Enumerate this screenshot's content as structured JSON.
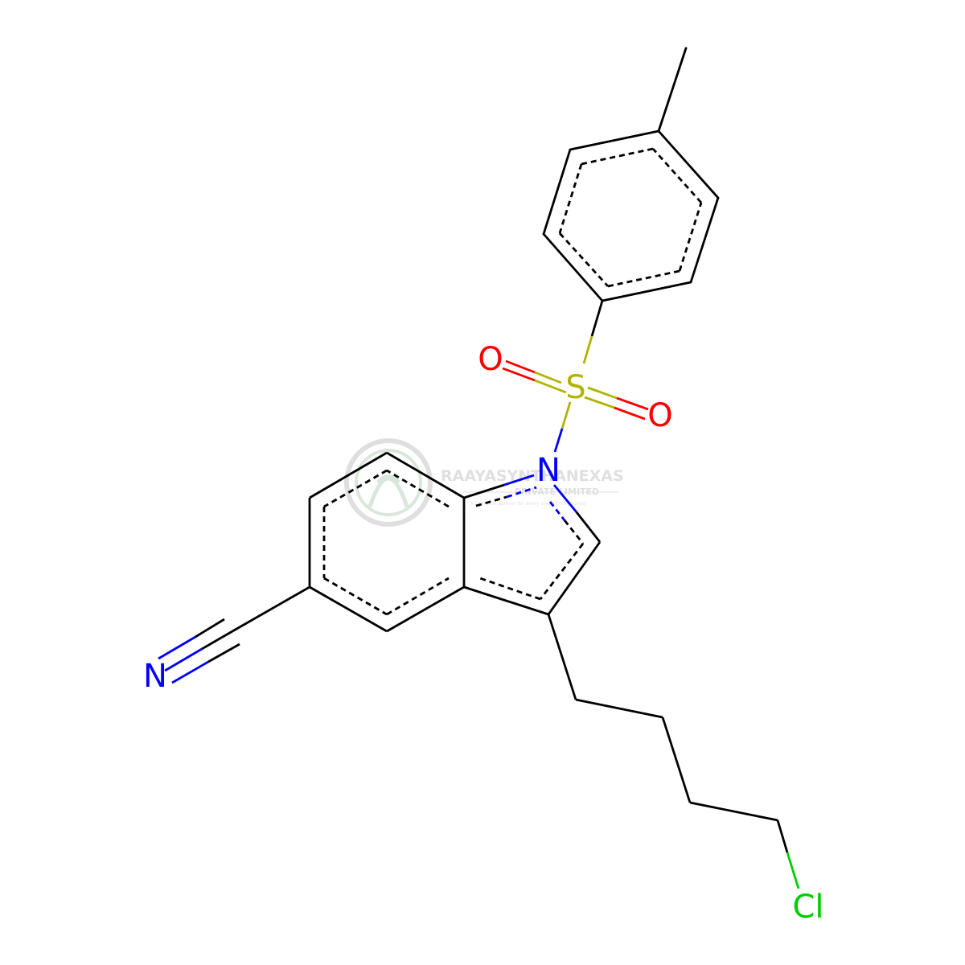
{
  "molecule": {
    "atoms": [
      {
        "id": "N_nitrile",
        "label": "N",
        "color": "#0000ff"
      },
      {
        "id": "N_indole",
        "label": "N",
        "color": "#0000ff"
      },
      {
        "id": "S",
        "label": "S",
        "color": "#b2b200"
      },
      {
        "id": "O1",
        "label": "O",
        "color": "#ff0000"
      },
      {
        "id": "O2",
        "label": "O",
        "color": "#ff0000"
      },
      {
        "id": "Cl",
        "label": "Cl",
        "color": "#00cc00"
      }
    ],
    "bond_color": "#000000"
  },
  "watermark": {
    "title": "RAAYASYNTHANEXAS",
    "subtitle": "PRIVATE LIMITED",
    "tagline": "a chemical partner for every step of the journey",
    "color": "#9e9e9e"
  }
}
